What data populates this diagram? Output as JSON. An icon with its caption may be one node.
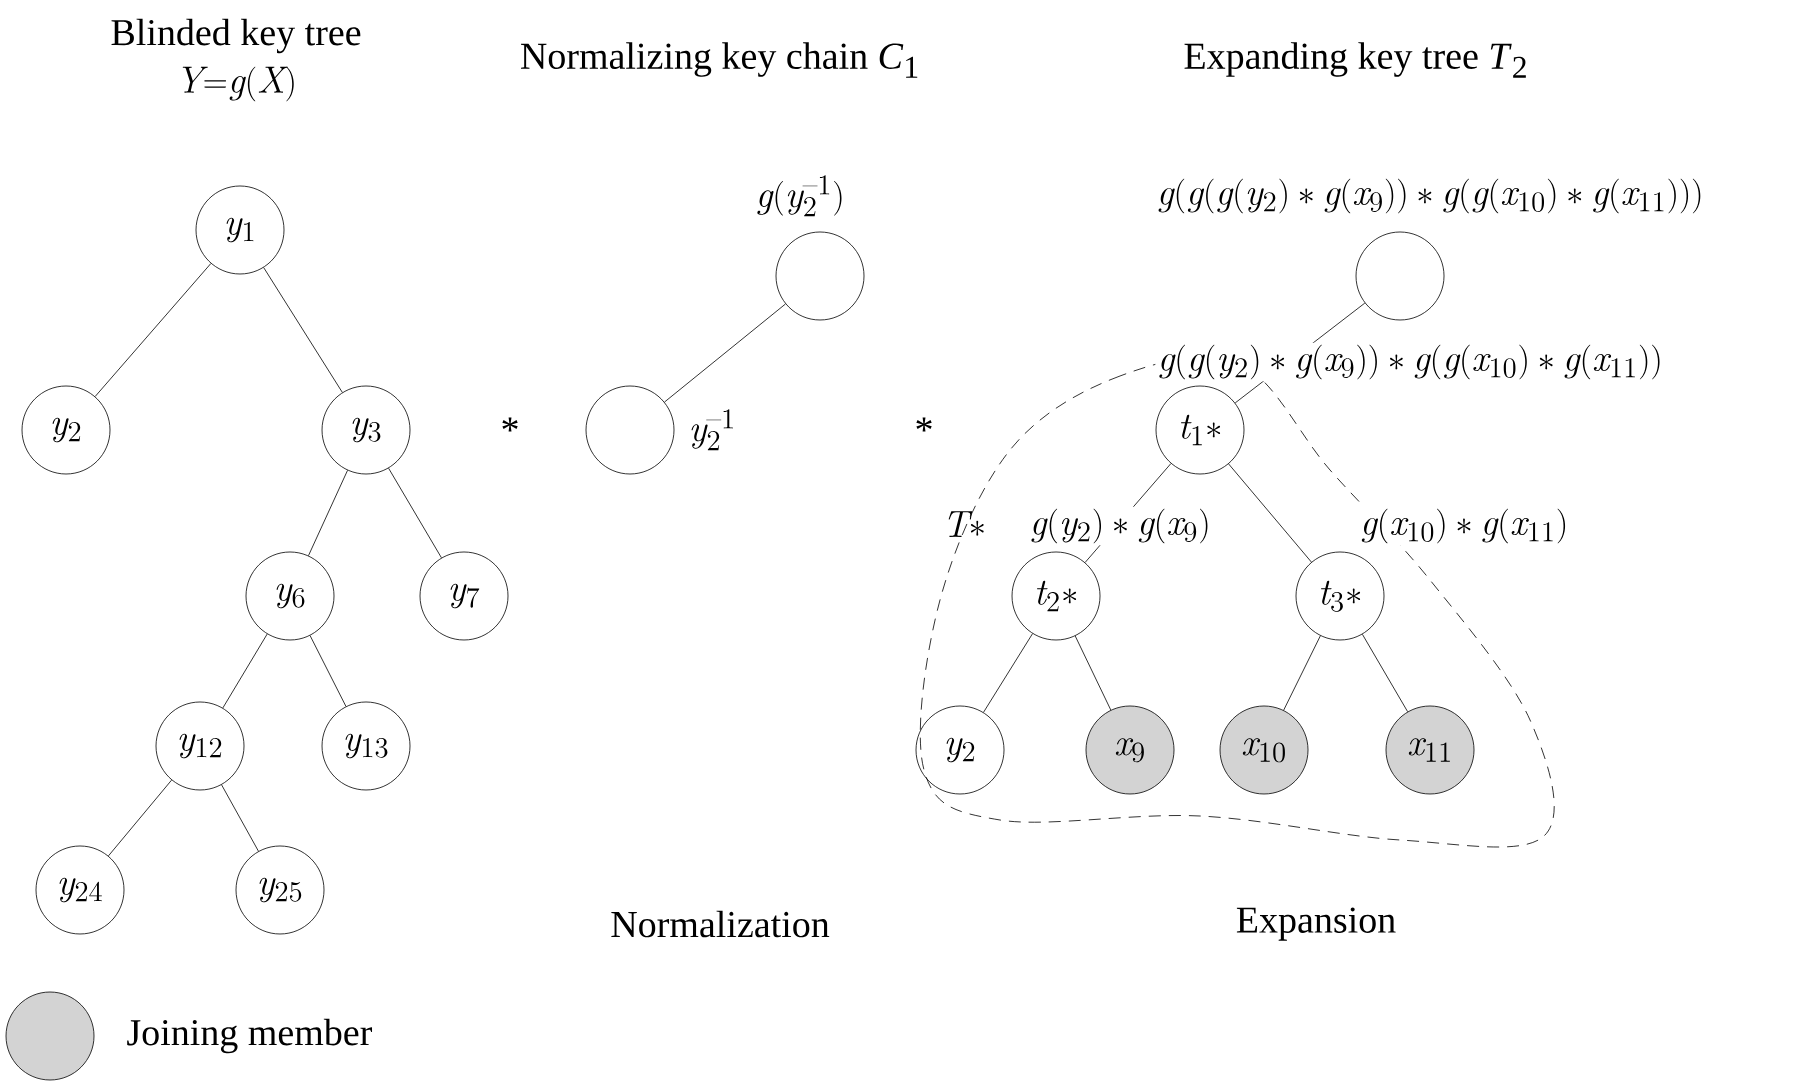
{
  "diagram": {
    "nodes": [
      {
        "text": [
          "y_{1}"
        ]
      },
      {
        "text": [
          "y_{2}"
        ]
      },
      {
        "text": [
          "y_{3}"
        ]
      },
      {
        "text": [
          "y_{6}"
        ]
      },
      {
        "text": [
          "y_{7}"
        ]
      },
      {
        "text": [
          "y_{12}"
        ]
      },
      {
        "text": [
          "y_{13}"
        ]
      },
      {
        "text": [
          "y_{24}"
        ]
      },
      {
        "text": [
          "y_{25}"
        ]
      },
      {
        "text": [],
        "shape": "circle",
        "beside": [
          "g(y_{2}^{-1})"
        ]
      },
      {
        "text": [],
        "shape": "circle",
        "beside": [
          "y_{2}^{-1}"
        ]
      },
      {
        "text": [],
        "shape": "circle",
        "beside": [
          "g(g(g(y_{2})*g(x_{9}))*g(g(x_{10})*g(x_{11})))"
        ]
      },
      {
        "text": [
          "t_{1}*"
        ],
        "beside": [
          "g(g(y_{2})*g(x_{9}))*g(g(x_{10})*g(x_{11}))"
        ]
      },
      {
        "text": [
          "t_{2}*"
        ],
        "beside": [
          "g(y_{2})*g(x_{9})"
        ]
      },
      {
        "text": [
          "t_{3}*"
        ],
        "beside": [
          "g(x_{10})*g(x_{11})"
        ]
      },
      {
        "text": [
          "y_{2}"
        ]
      },
      {
        "text": [
          "x_{9}"
        ]
      },
      {
        "text": [
          "x_{10}"
        ]
      },
      {
        "text": [
          "x_{11}"
        ]
      }
    ],
    "edges": [
      {
        "from": 0,
        "to": 1,
        "arrow": "none"
      },
      {
        "from": 0,
        "to": 2,
        "arrow": "none"
      },
      {
        "from": 2,
        "to": 3,
        "arrow": "none"
      },
      {
        "from": 2,
        "to": 4,
        "arrow": "none"
      },
      {
        "from": 3,
        "to": 5,
        "arrow": "none"
      },
      {
        "from": 3,
        "to": 6,
        "arrow": "none"
      },
      {
        "from": 5,
        "to": 7,
        "arrow": "none"
      },
      {
        "from": 5,
        "to": 8,
        "arrow": "none"
      },
      {
        "from": 9,
        "to": 10,
        "arrow": "none"
      },
      {
        "from": 11,
        "to": 12,
        "arrow": "none"
      },
      {
        "from": 12,
        "to": 13,
        "arrow": "none"
      },
      {
        "from": 12,
        "to": 14,
        "arrow": "none"
      },
      {
        "from": 13,
        "to": 15,
        "arrow": "none"
      },
      {
        "from": 13,
        "to": 16,
        "arrow": "none"
      },
      {
        "from": 14,
        "to": 17,
        "arrow": "none"
      },
      {
        "from": 14,
        "to": 18,
        "arrow": "none"
      }
    ],
    "labels": [
      "Blinded key tree",
      "Y{=}g(X)",
      "Normalizing key chain *C*$_{1}$",
      "Expanding key tree *T*$_{2}$",
      "*",
      "*",
      "T*",
      "Normalization",
      "Expansion"
    ],
    "legend": [
      {
        "text": "Joining member",
        "color": "#d3d3d3"
      }
    ]
  }
}
